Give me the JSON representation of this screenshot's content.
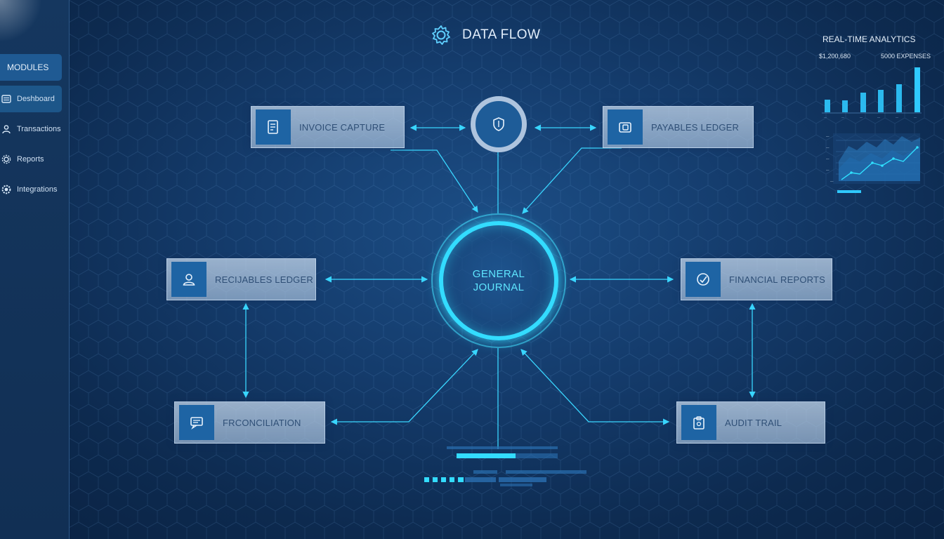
{
  "sidebar": {
    "modules_label": "MODULES",
    "items": [
      {
        "label": "Deshboard",
        "icon": "dashboard-icon",
        "active": true
      },
      {
        "label": "Transactions",
        "icon": "user-transactions-icon",
        "active": false
      },
      {
        "label": "Reports",
        "icon": "gear-icon",
        "active": false
      },
      {
        "label": "Integrations",
        "icon": "cog-integrations-icon",
        "active": false
      }
    ]
  },
  "header": {
    "title": "DATA FLOW",
    "icon": "gear-icon"
  },
  "flow": {
    "center": {
      "label_line1": "GENERAL",
      "label_line2": "JOURNAL"
    },
    "top_hub": {
      "icon": "shield-icon"
    },
    "nodes": {
      "invoice_capture": {
        "label": "INVOICE CAPTURE",
        "icon": "document-icon"
      },
      "payables_ledger": {
        "label": "PAYABLES LEDGER",
        "icon": "wallet-icon"
      },
      "receivables_ledger": {
        "label": "RECIJABLES LEDGER",
        "icon": "user-icon"
      },
      "financial_reports": {
        "label": "FINANCIAL REPORTS",
        "icon": "gauge-icon"
      },
      "reconciliation": {
        "label": "FRCONCILIATION",
        "icon": "message-check-icon"
      },
      "audit_trail": {
        "label": "AUDIT TRAIL",
        "icon": "clipboard-icon"
      }
    }
  },
  "analytics": {
    "title": "REAL-TIME ANALYTICS",
    "metric_1": "$1,200,680",
    "metric_2": "5000 EXPENSES",
    "accent": "#2fc9ff"
  },
  "colors": {
    "background": "#143b6b",
    "journal_ring": "#33dcff",
    "node_icon_bg": "#1e64a4",
    "node_label": "#2f4f76"
  }
}
